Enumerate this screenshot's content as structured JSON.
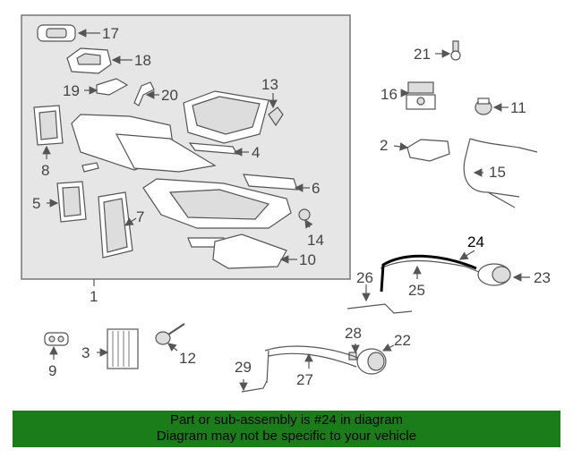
{
  "callouts": {
    "c1": "1",
    "c2": "2",
    "c3": "3",
    "c4": "4",
    "c5": "5",
    "c6": "6",
    "c7": "7",
    "c8": "8",
    "c9": "9",
    "c10": "10",
    "c11": "11",
    "c12": "12",
    "c13": "13",
    "c14": "14",
    "c15": "15",
    "c16": "16",
    "c17": "17",
    "c18": "18",
    "c19": "19",
    "c20": "20",
    "c21": "21",
    "c22": "22",
    "c23": "23",
    "c24": "24",
    "c25": "25",
    "c26": "26",
    "c27": "27",
    "c28": "28",
    "c29": "29"
  },
  "highlighted_part": "24",
  "colors": {
    "banner": "#1a7d1a",
    "frame_fill": "#e6e6e6",
    "highlight": "#000000"
  },
  "banner": {
    "line1": "Part or sub-assembly is #24 in diagram",
    "line2": "Diagram may not be specific to your vehicle"
  }
}
